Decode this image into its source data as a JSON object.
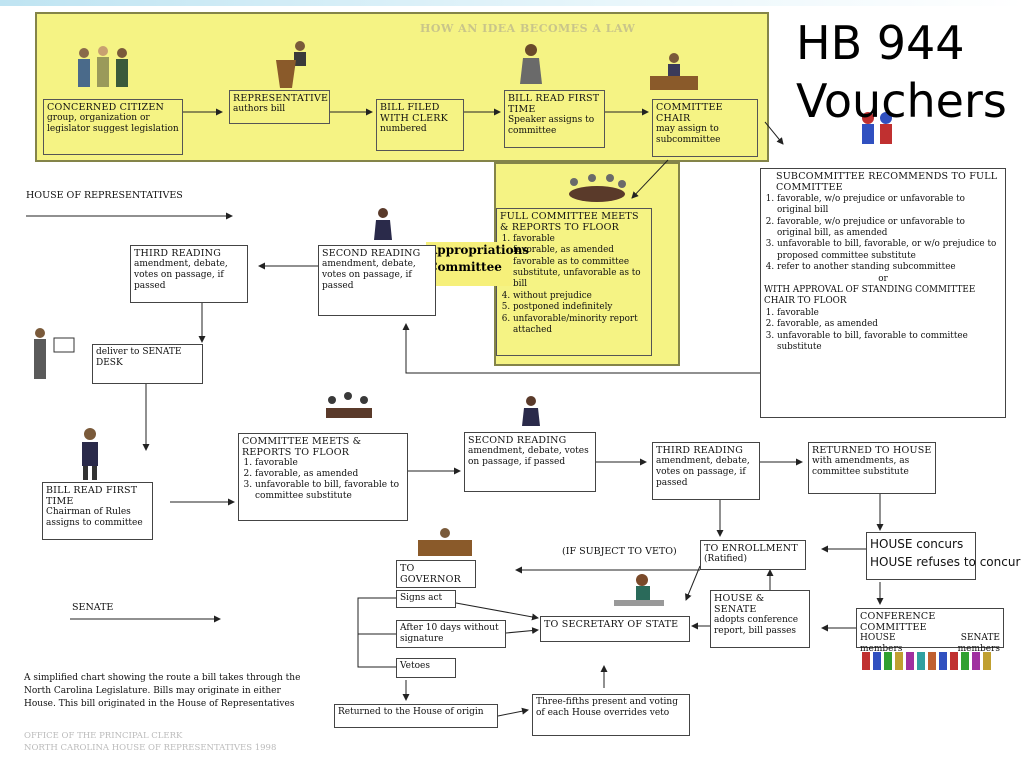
{
  "slide_title": "HB 944 Vouchers",
  "chart_heading": "HOW AN IDEA BECOMES A LAW",
  "callout": "Appropriations Committee",
  "section_labels": {
    "house": "HOUSE OF REPRESENTATIVES",
    "senate": "SENATE"
  },
  "boxes": {
    "citizen": {
      "title": "CONCERNED CITIZEN",
      "body": "group, organization or legislator suggest legislation"
    },
    "representative": {
      "title": "REPRESENTATIVE",
      "body": "authors bill"
    },
    "bill_filed": {
      "title": "BILL FILED WITH CLERK",
      "body": "numbered"
    },
    "bill_read": {
      "title": "BILL READ FIRST TIME",
      "body": "Speaker assigns to committee"
    },
    "committee_chair": {
      "title": "COMMITTEE CHAIR",
      "body": "may assign to subcommittee"
    },
    "subcommittee": {
      "title": "SUBCOMMITTEE RECOMMENDS TO FULL COMMITTEE",
      "items": [
        "favorable, w/o prejudice or unfavorable to original bill",
        "favorable, w/o prejudice or unfavorable to original bill, as amended",
        "unfavorable to bill, favorable, or w/o prejudice to proposed committee substitute",
        "refer to another standing subcommittee"
      ],
      "or": "or",
      "approval": "WITH APPROVAL OF STANDING COMMITTEE CHAIR TO FLOOR",
      "items2": [
        "favorable",
        "favorable, as amended",
        "unfavorable to bill, favorable to committee substitute"
      ]
    },
    "full_committee": {
      "title": "FULL COMMITTEE MEETS & REPORTS TO FLOOR",
      "items": [
        "favorable",
        "favorable, as amended",
        "favorable as to committee substitute, unfavorable as to bill",
        "without prejudice",
        "postponed indefinitely",
        "unfavorable/minority report attached"
      ]
    },
    "house_second": {
      "title": "SECOND READING",
      "body": "amendment, debate, votes on passage, if passed"
    },
    "house_third": {
      "title": "THIRD READING",
      "body": "amendment, debate, votes on passage, if passed"
    },
    "senate_desk": {
      "body": "deliver to SENATE DESK"
    },
    "senate_first": {
      "title": "BILL READ FIRST TIME",
      "body": "Chairman of Rules assigns to committee"
    },
    "senate_committee": {
      "title": "COMMITTEE MEETS & REPORTS TO FLOOR",
      "items": [
        "favorable",
        "favorable, as amended",
        "unfavorable to bill, favorable to committee substitute"
      ]
    },
    "senate_second": {
      "title": "SECOND READING",
      "body": "amendment, debate, votes on passage, if passed"
    },
    "senate_third": {
      "title": "THIRD READING",
      "body": "amendment, debate, votes on passage, if passed"
    },
    "returned_house": {
      "title": "RETURNED TO HOUSE",
      "body": "with amendments, as committee substitute"
    },
    "house_concurs": {
      "line1": "HOUSE concurs",
      "line2": "HOUSE refuses to concur"
    },
    "enrollment": {
      "title": "TO ENROLLMENT",
      "body": "(Ratified)"
    },
    "veto_label": "(IF SUBJECT TO VETO)",
    "house_senate": {
      "title": "HOUSE & SENATE",
      "body": "adopts conference report, bill passes"
    },
    "conference": {
      "title": "CONFERENCE COMMITTEE",
      "left": "HOUSE members",
      "right": "SENATE members"
    },
    "governor": {
      "title": "TO GOVERNOR"
    },
    "signs": {
      "body": "Signs act"
    },
    "after10": {
      "body": "After 10 days without signature"
    },
    "vetoes": {
      "body": "Vetoes"
    },
    "secretary": {
      "title": "TO SECRETARY OF STATE"
    },
    "returned_origin": {
      "body": "Returned to the House of origin"
    },
    "override": {
      "body": "Three-fifths present and voting of each House overrides veto"
    }
  },
  "footnote": "A simplified chart showing the route a bill takes through the North Carolina Legislature.  Bills may originate in either House. This bill originated in the House of Representatives",
  "office": {
    "line1": "OFFICE OF THE PRINCIPAL CLERK",
    "line2": "NORTH CAROLINA HOUSE OF REPRESENTATIVES  1998"
  },
  "colors": {
    "highlight": "#f5f27a",
    "topbar": "#bfe4f2"
  }
}
